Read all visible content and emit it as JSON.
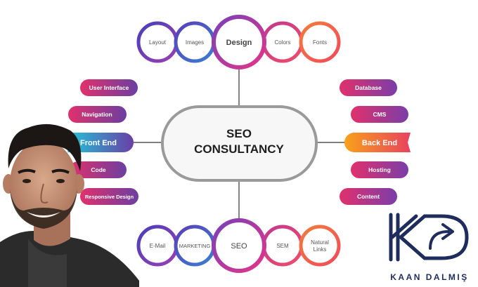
{
  "center": {
    "line1": "SEO",
    "line2": "CONSULTANCY"
  },
  "top_cluster": {
    "items": [
      "Layout",
      "Images",
      "Design",
      "Colors",
      "Fonts"
    ]
  },
  "bottom_cluster": {
    "items": [
      "E-Mail",
      "MARKETING",
      "SEO",
      "SEM",
      "Natural",
      "Links"
    ]
  },
  "left_branch": {
    "main": "Front End",
    "items": [
      "User Interface",
      "Navigation",
      "Code",
      "Responsive Design"
    ]
  },
  "right_branch": {
    "main": "Back End",
    "items": [
      "Database",
      "CMS",
      "Hosting",
      "Content"
    ]
  },
  "brand": {
    "name": "KAAN DALMIŞ",
    "logo": "kd-arrow-logo"
  },
  "colors": {
    "pill_left": "#e1306c",
    "pill_right": "#6b3fa0",
    "front_end": "#1fb6d3",
    "back_end": "#f7941d",
    "logo_navy": "#1f2d5c"
  },
  "photo": {
    "icon": "person-portrait-icon"
  }
}
